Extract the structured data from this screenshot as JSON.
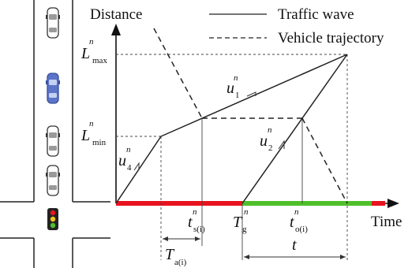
{
  "legend": {
    "traffic_wave": "Traffic wave",
    "vehicle_trajectory": "Vehicle trajectory"
  },
  "axes": {
    "y_label": "Distance",
    "x_label": "Time"
  },
  "symbols": {
    "L_max": {
      "base": "L",
      "sup": "n",
      "sub": "max"
    },
    "L_min": {
      "base": "L",
      "sup": "n",
      "sub": "min"
    },
    "u1": {
      "base": "u",
      "sup": "n",
      "sub": "1"
    },
    "u2": {
      "base": "u",
      "sup": "n",
      "sub": "2"
    },
    "u4": {
      "base": "u",
      "sup": "n",
      "sub": "4"
    },
    "ts": {
      "base": "t",
      "sup": "n",
      "sub": "s(i)"
    },
    "Tg": {
      "base": "T",
      "sup": "n",
      "sub": "g"
    },
    "to": {
      "base": "t",
      "sup": "n",
      "sub": "o(i)"
    },
    "Ta": {
      "base": "T",
      "sub": "a(i)"
    },
    "t": {
      "base": "t"
    }
  },
  "colors": {
    "red_phase": "#e8131f",
    "green_phase": "#4fbf2a",
    "vehicle_blue": "#5b74c9",
    "line": "#222222"
  }
}
